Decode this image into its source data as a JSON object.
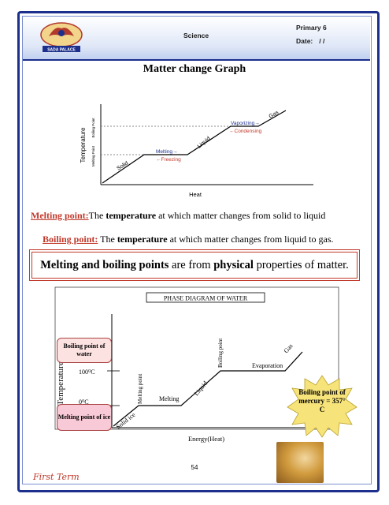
{
  "header": {
    "subject": "Science",
    "grade": "Primary 6",
    "date_label": "Date:",
    "date_value": "/  /",
    "logo_text": "SADA PALACE"
  },
  "title": "Matter change Graph",
  "graph1": {
    "ylabel": "Temperature",
    "xlabel": "Heat",
    "boiling_point_label": "Boiling Point",
    "melting_point_label": "Melting Point",
    "solid": "Solid",
    "liquid": "Liquid",
    "gas": "Gas",
    "melting": "Melting→",
    "freezing": "←Freezing",
    "vaporizing": "Vaporizing→",
    "condensing": "←Condensing"
  },
  "melting_def": {
    "term": "Melting point:",
    "pre": "The ",
    "bold": "temperature",
    "post": " at which matter changes from solid to liquid"
  },
  "boiling_def": {
    "term": "Boiling point:",
    "pre": " The ",
    "bold": "temperature",
    "post": " at which matter changes from liquid to gas."
  },
  "summary": {
    "bold1": "Melting and boiling points",
    "mid": " are from ",
    "bold2": "physical",
    "post": " properties of matter."
  },
  "graph2": {
    "title": "PHASE DIAGRAM OF WATER",
    "ylabel": "Temperature",
    "xlabel": "Energy(Heat)",
    "t100": "100⁰C",
    "t0": "0⁰C",
    "solid_ice": "Solid ice",
    "melting_point": "Melting point",
    "melting": "Melting",
    "liquid": "Liquid",
    "boiling_point": "Boiling point",
    "evaporation": "Evaporation",
    "gas": "Gas"
  },
  "callouts": {
    "boiling_water": "Boiling point of water",
    "melting_ice": "Melting point of ice",
    "mercury": "Boiling point of mercury = 357° C"
  },
  "footer": {
    "page_number": "54",
    "term": "First Term"
  }
}
